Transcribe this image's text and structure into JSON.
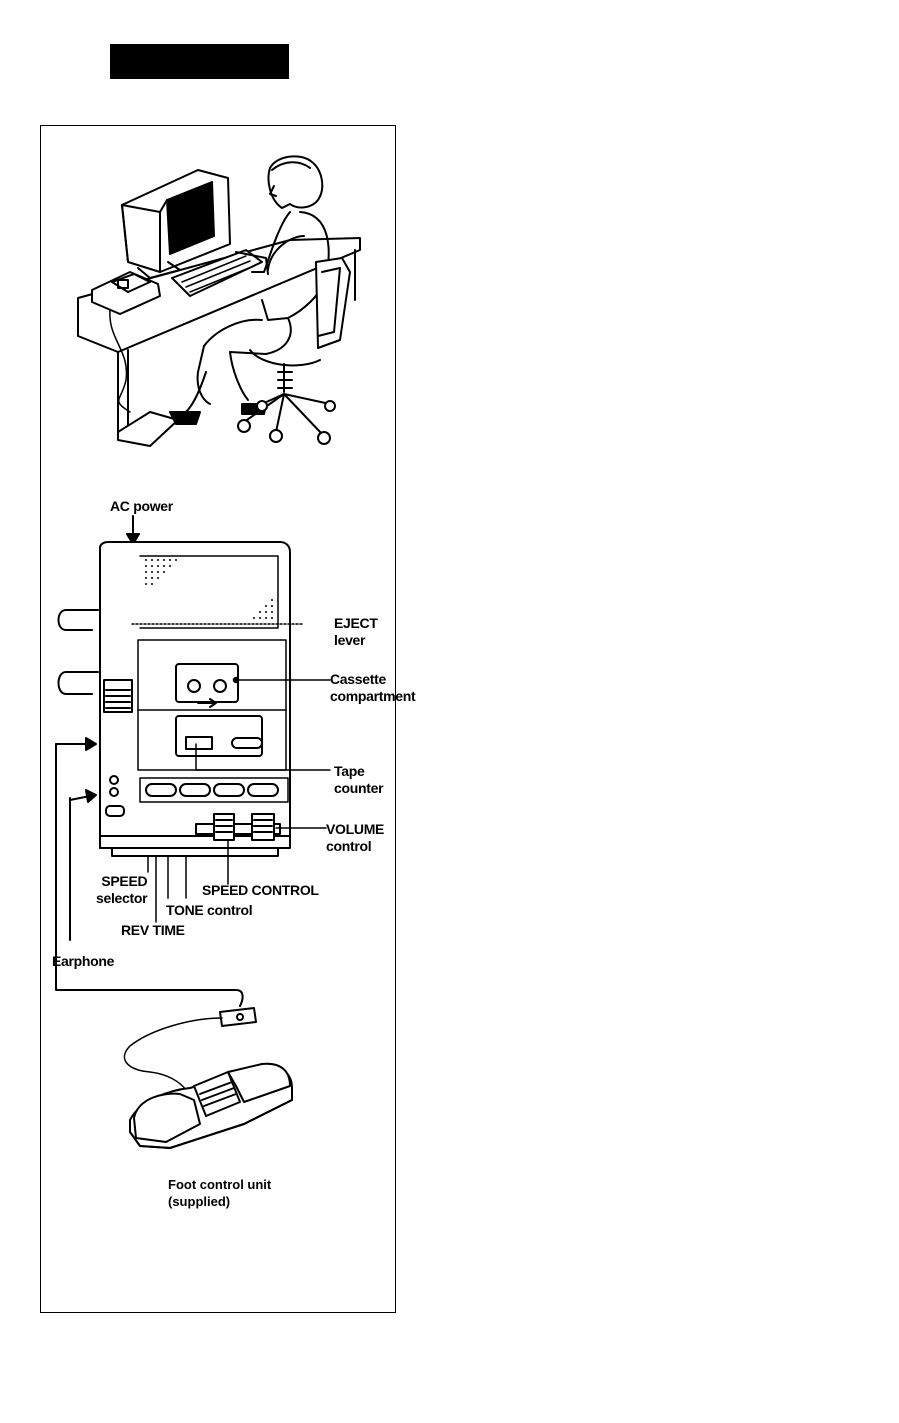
{
  "header": {
    "tab_color": "#000000"
  },
  "labels": {
    "ac_power": "AC power",
    "eject": "EJECT\nlever",
    "cassette": "Cassette\ncompartment",
    "tape_counter": "Tape\ncounter",
    "volume": "VOLUME\ncontrol",
    "speed_selector": "SPEED\nselector",
    "speed_control": "SPEED CONTROL",
    "tone_control": "TONE control",
    "rev_time": "REV TIME",
    "earphone": "Earphone",
    "foot_control": "Foot control unit\n(supplied)"
  },
  "icons": [
    "office-scene-illustration",
    "transcriber-unit-illustration",
    "foot-pedal-illustration"
  ]
}
